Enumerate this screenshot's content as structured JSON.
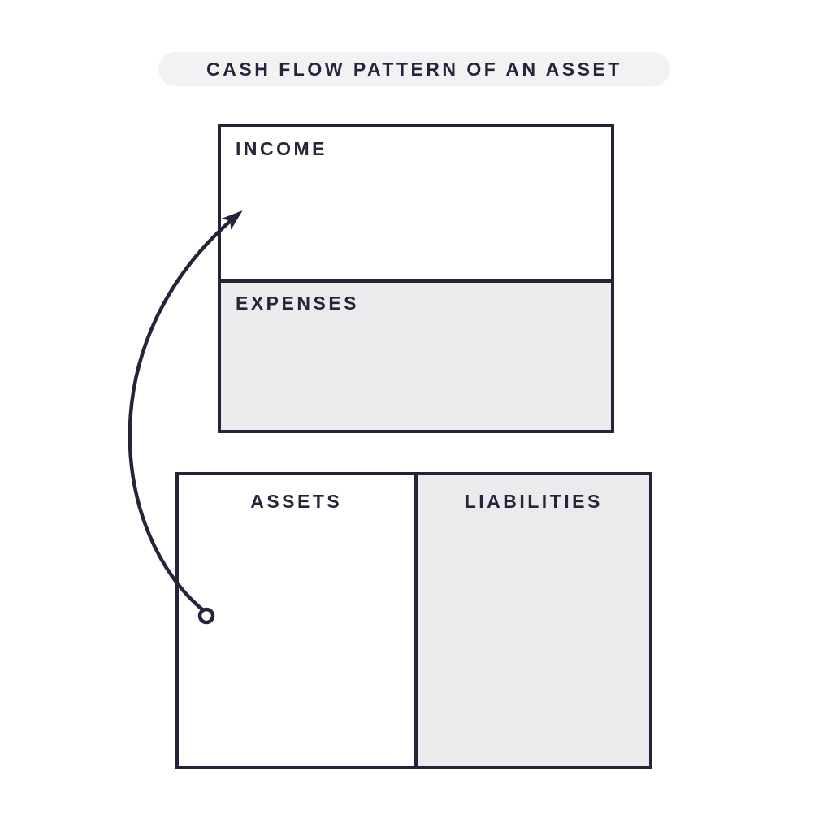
{
  "title": "CASH FLOW PATTERN OF AN ASSET",
  "income_statement": {
    "income_label": "INCOME",
    "expenses_label": "EXPENSES"
  },
  "balance_sheet": {
    "assets_label": "ASSETS",
    "liabilities_label": "LIABILITIES"
  },
  "arrow": {
    "from": "ASSETS",
    "to": "INCOME"
  },
  "colors": {
    "ink": "#24243a",
    "panel-gray": "#ebebee",
    "pill-bg": "#f2f2f4",
    "background": "#ffffff"
  }
}
